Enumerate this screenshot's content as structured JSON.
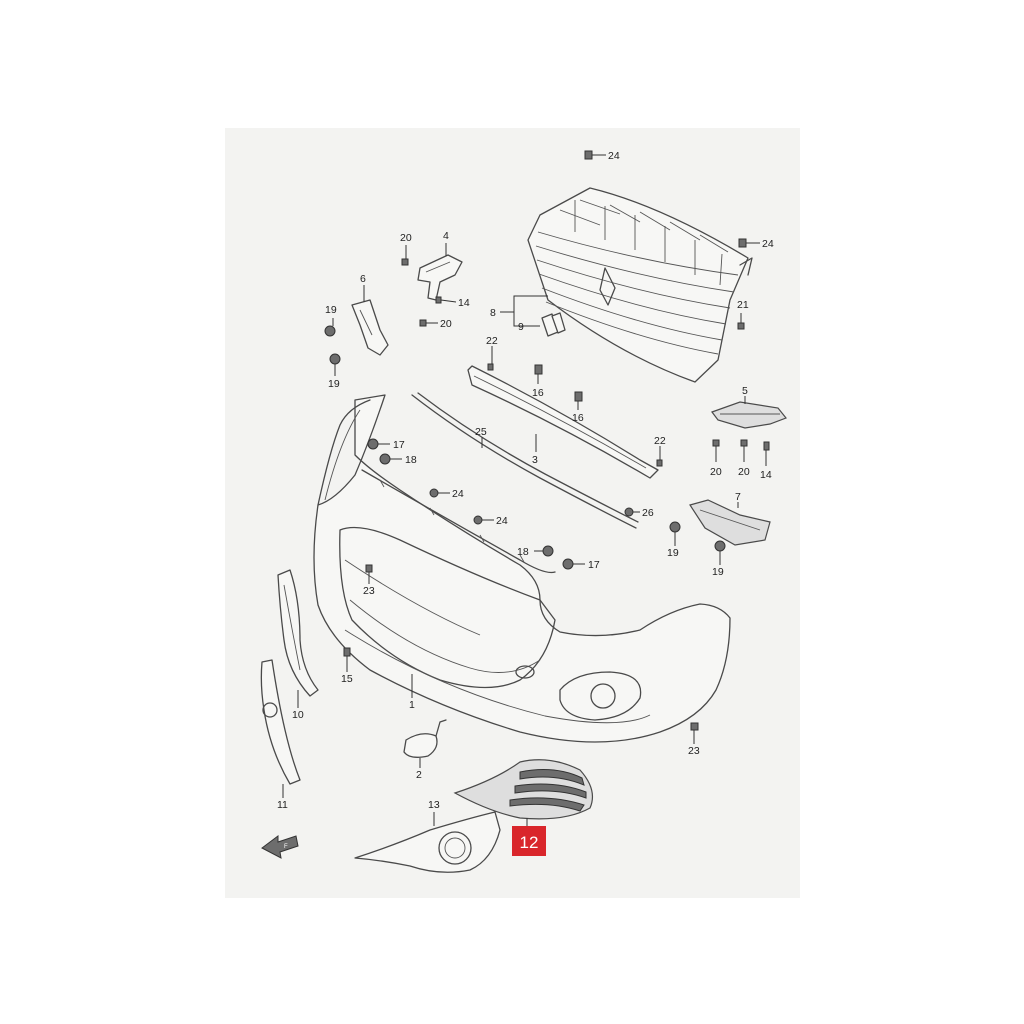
{
  "diagram": {
    "labels": {
      "p1": "1",
      "p2": "2",
      "p3": "3",
      "p4": "4",
      "p5": "5",
      "p6": "6",
      "p7": "7",
      "p8": "8",
      "p9": "9",
      "p10": "10",
      "p11": "11",
      "p13": "13",
      "p14a": "14",
      "p14b": "14",
      "p15": "15",
      "p16a": "16",
      "p16b": "16",
      "p17a": "17",
      "p17b": "17",
      "p18a": "18",
      "p18b": "18",
      "p19a": "19",
      "p19b": "19",
      "p19c": "19",
      "p19d": "19",
      "p20a": "20",
      "p20b": "20",
      "p20c": "20",
      "p20d": "20",
      "p21": "21",
      "p22a": "22",
      "p22b": "22",
      "p23a": "23",
      "p23b": "23",
      "p24a": "24",
      "p24b": "24",
      "p24c": "24",
      "p24d": "24",
      "p25": "25",
      "p26": "26"
    },
    "highlight": {
      "label": "12",
      "color": "#d9262b"
    },
    "arrow_text": "F"
  }
}
